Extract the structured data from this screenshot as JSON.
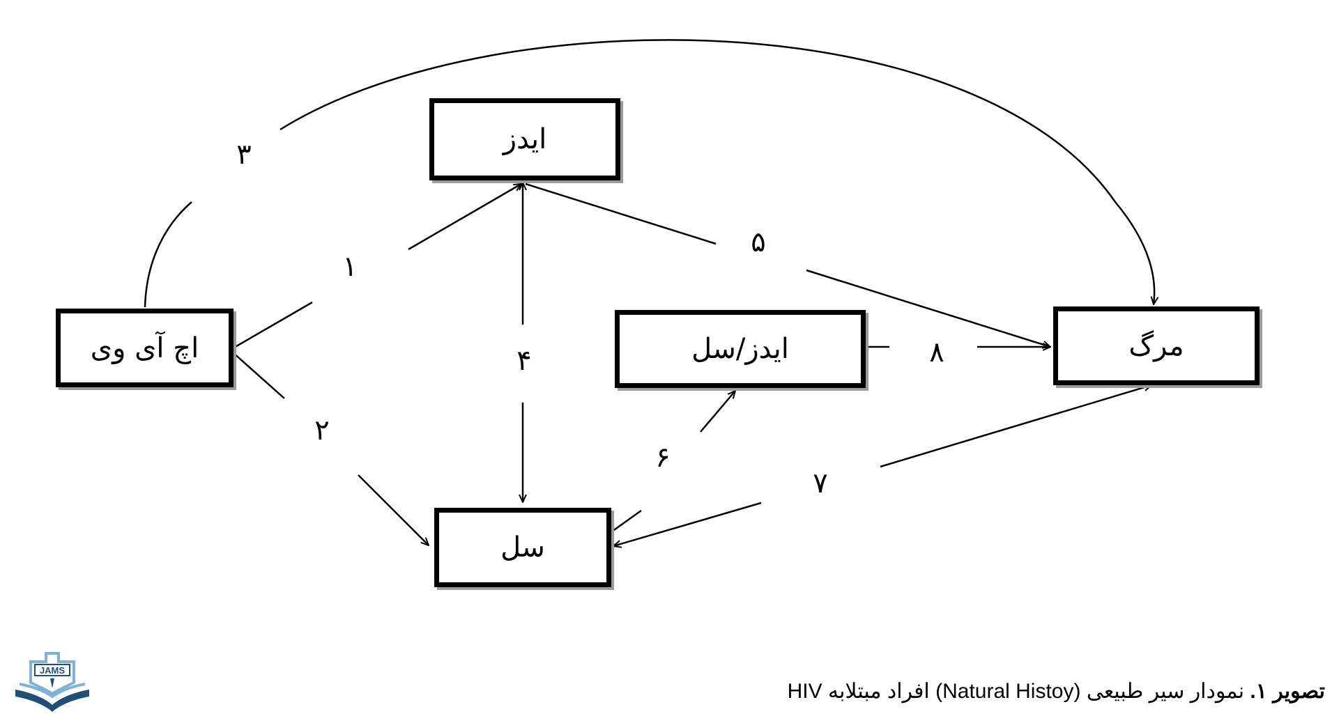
{
  "nodes": {
    "hiv": "اچ آی وی",
    "aids": "ایدز",
    "aids_tb": "ایدز/سل",
    "death": "مرگ",
    "tb": "سل"
  },
  "edge_numbers": {
    "e1": "۱",
    "e2": "۲",
    "e3": "۳",
    "e4": "۴",
    "e5": "۵",
    "e6": "۶",
    "e7": "۷",
    "e8": "۸"
  },
  "caption": {
    "label": "تصویر ۱.",
    "text": "نمودار سیر طبیعی (Natural Histoy) افراد مبتلابه HIV"
  },
  "logo": {
    "text": "JAMS"
  }
}
